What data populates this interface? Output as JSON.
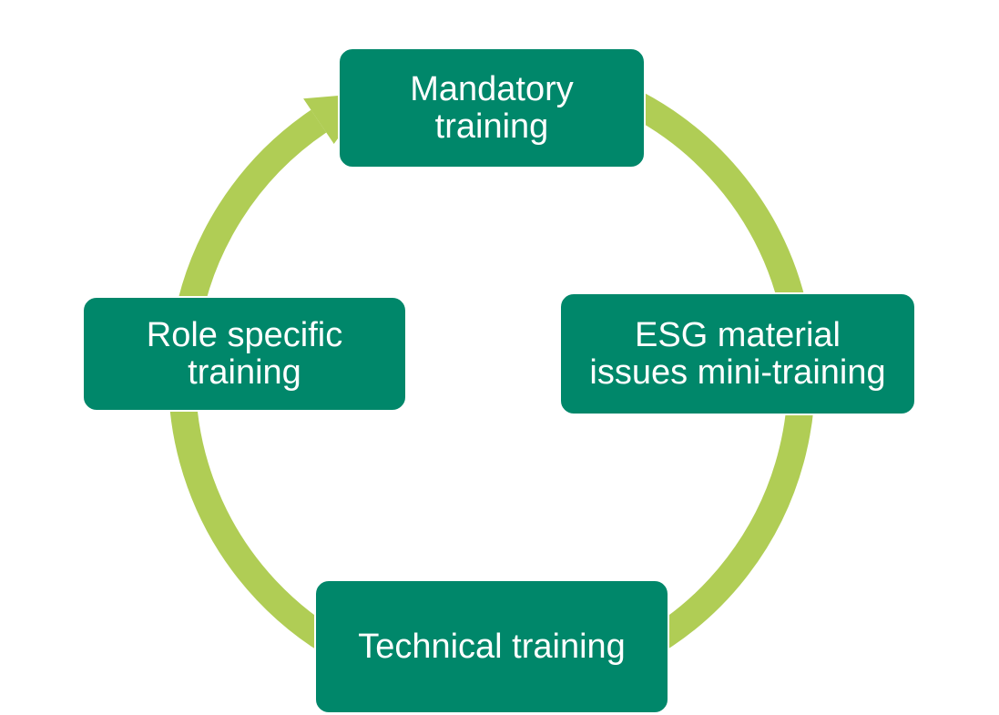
{
  "colors": {
    "node_fill": "#00876a",
    "node_text": "#ffffff",
    "arrow": "#b0cd55",
    "background": "#ffffff"
  },
  "cycle": {
    "nodes": [
      {
        "id": "mandatory",
        "lines": [
          "Mandatory",
          "training"
        ]
      },
      {
        "id": "esg",
        "lines": [
          "ESG material",
          "issues mini-training"
        ]
      },
      {
        "id": "technical",
        "lines": [
          "Technical training"
        ]
      },
      {
        "id": "role",
        "lines": [
          "Role specific",
          "training"
        ]
      }
    ]
  }
}
